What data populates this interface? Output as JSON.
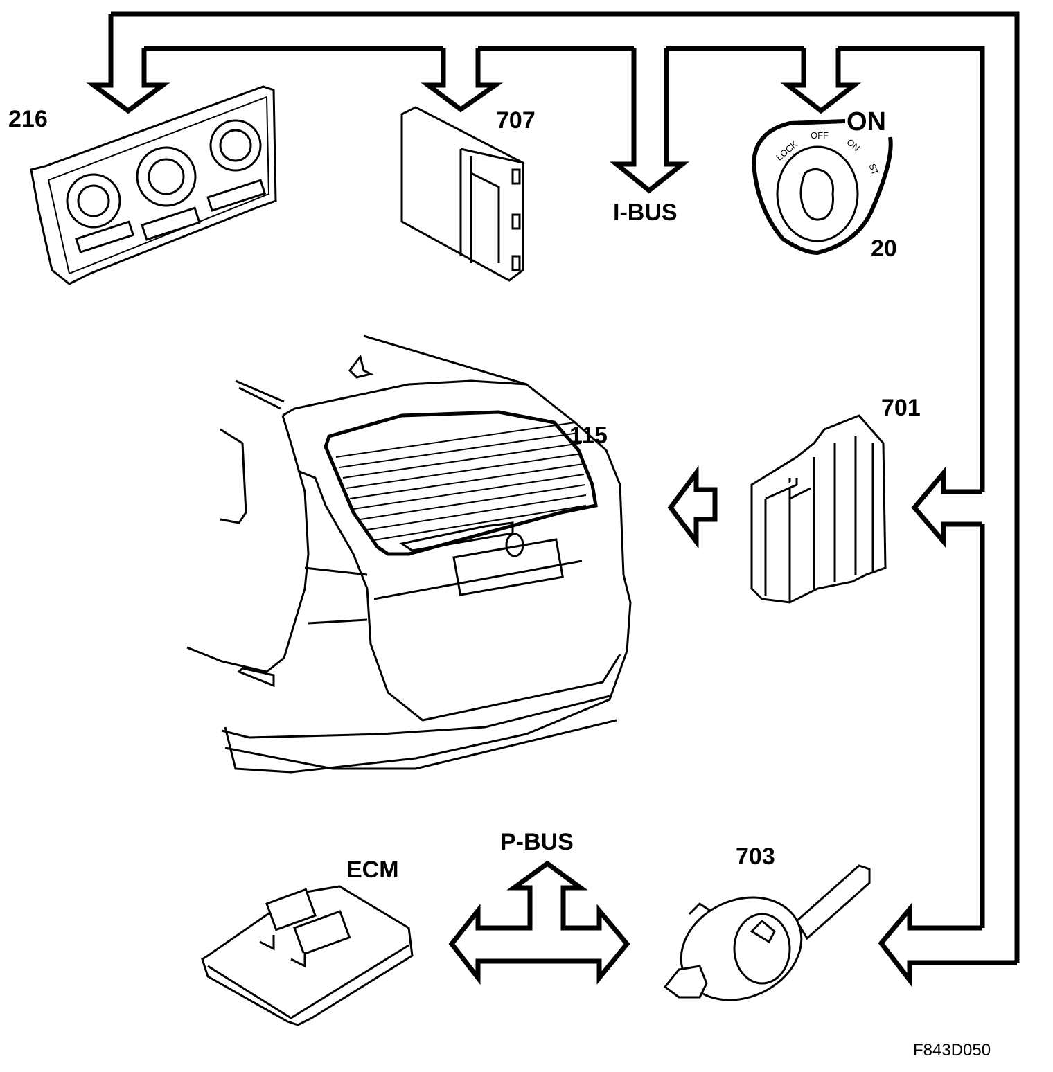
{
  "diagram": {
    "title": "I-BUS / P-BUS component communication diagram",
    "reference_code": "F843D050",
    "buses": {
      "i_bus": "I-BUS",
      "p_bus": "P-BUS"
    },
    "components": [
      {
        "id": "216",
        "label": "216",
        "description": "climate-control-panel"
      },
      {
        "id": "707",
        "label": "707",
        "description": "control-module"
      },
      {
        "id": "20",
        "label": "20",
        "description": "ignition-switch"
      },
      {
        "id": "701",
        "label": "701",
        "description": "fuse-relay-module"
      },
      {
        "id": "115",
        "label": "115",
        "description": "rear-tailgate-vehicle"
      },
      {
        "id": "703",
        "label": "703",
        "description": "steering-column-switch"
      },
      {
        "id": "ECM",
        "label": "ECM",
        "description": "engine-control-module"
      }
    ],
    "ignition": {
      "highlight": "ON",
      "positions": [
        "LOCK",
        "OFF",
        "ON",
        "ST"
      ]
    }
  }
}
